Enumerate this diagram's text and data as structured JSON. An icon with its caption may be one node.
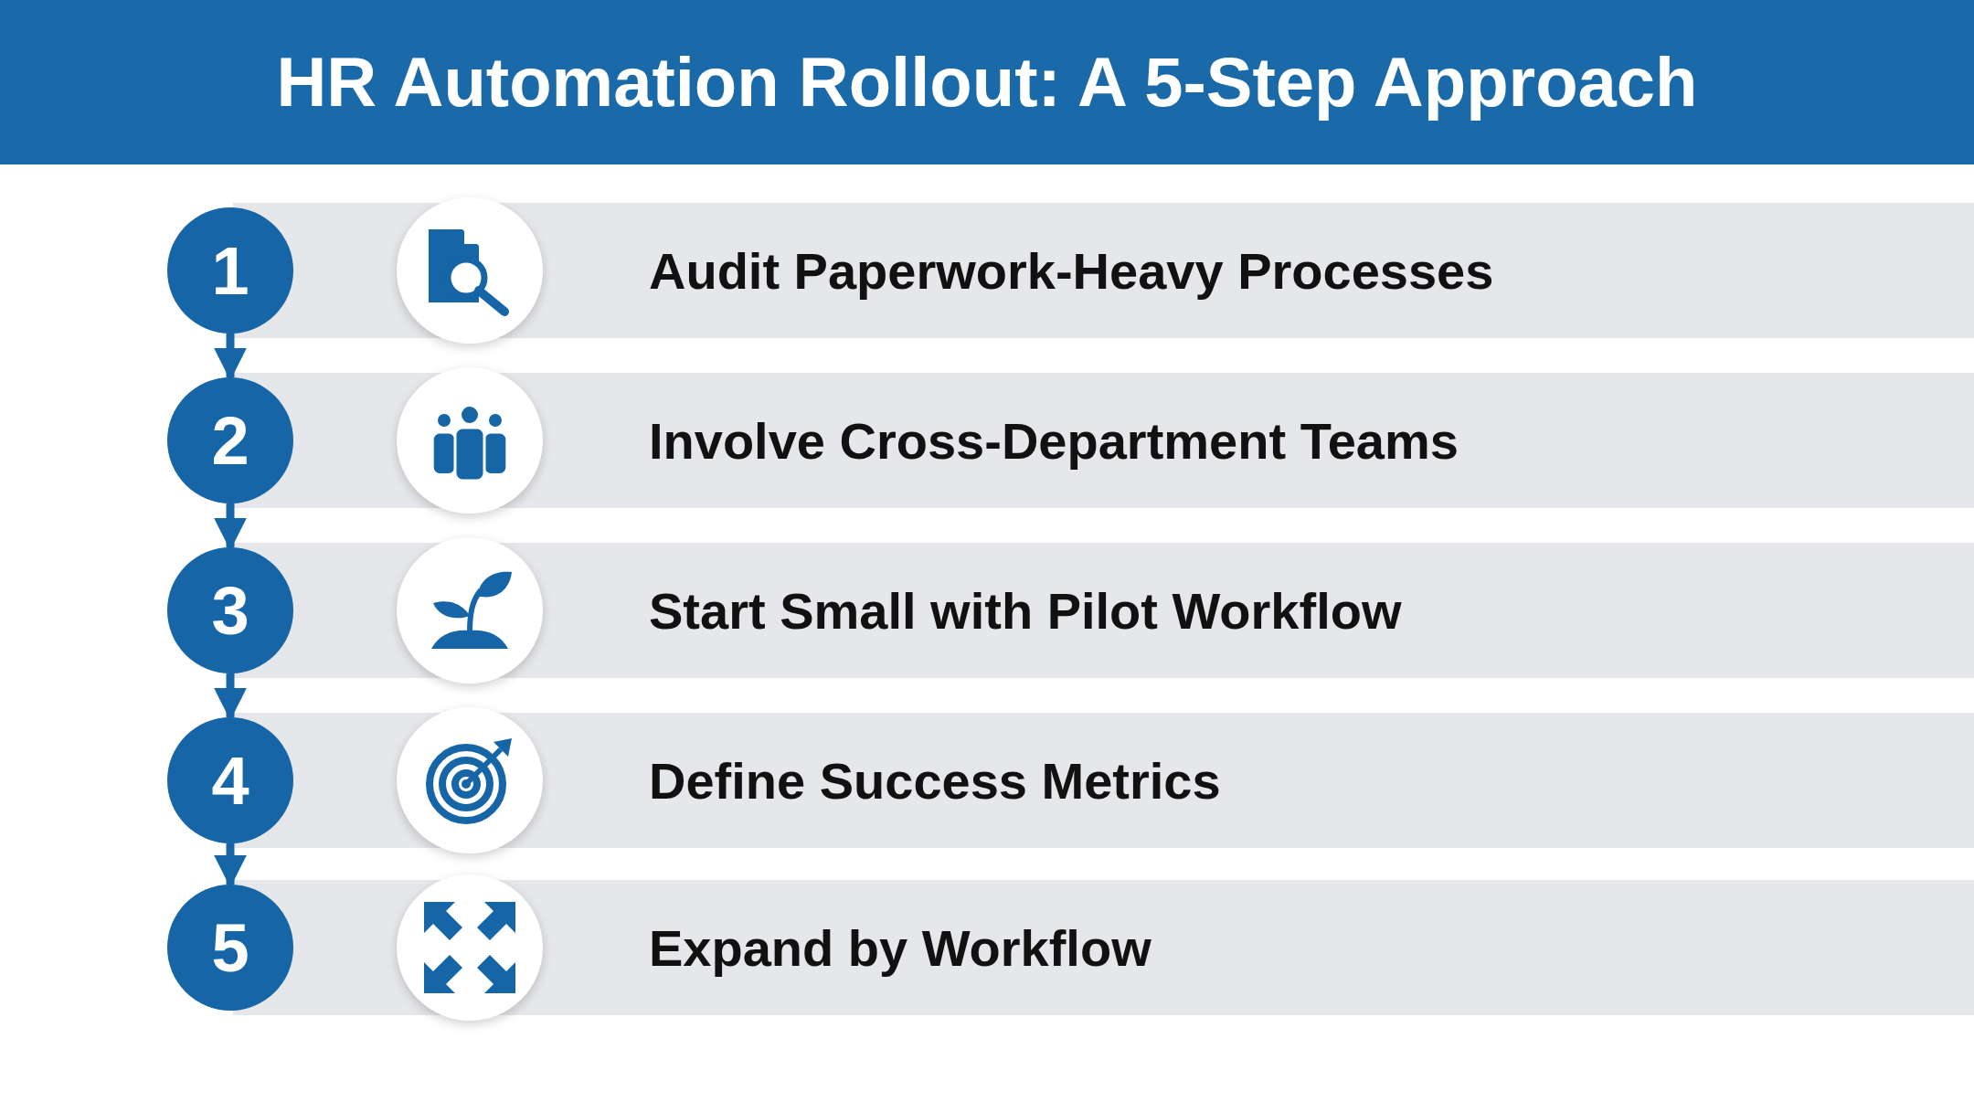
{
  "diagram": {
    "title": "HR Automation Rollout: A 5-Step Approach",
    "nodes": [
      {
        "text": [
          "1"
        ]
      },
      {
        "text": [
          "Audit Paperwork-Heavy Processes"
        ]
      },
      {
        "text": [
          "2"
        ]
      },
      {
        "text": [
          "Involve Cross-Department Teams"
        ]
      },
      {
        "text": [
          "3"
        ]
      },
      {
        "text": [
          "Start Small with Pilot Workflow"
        ]
      },
      {
        "text": [
          "4"
        ]
      },
      {
        "text": [
          "Define Success Metrics"
        ]
      },
      {
        "text": [
          "5"
        ]
      },
      {
        "text": [
          "Expand by Workflow"
        ]
      }
    ],
    "edges": [
      {
        "from": 0,
        "to": 2,
        "arrow": "to"
      },
      {
        "from": 2,
        "to": 4,
        "arrow": "to"
      },
      {
        "from": 4,
        "to": 6,
        "arrow": "to"
      },
      {
        "from": 6,
        "to": 8,
        "arrow": "to"
      }
    ]
  }
}
